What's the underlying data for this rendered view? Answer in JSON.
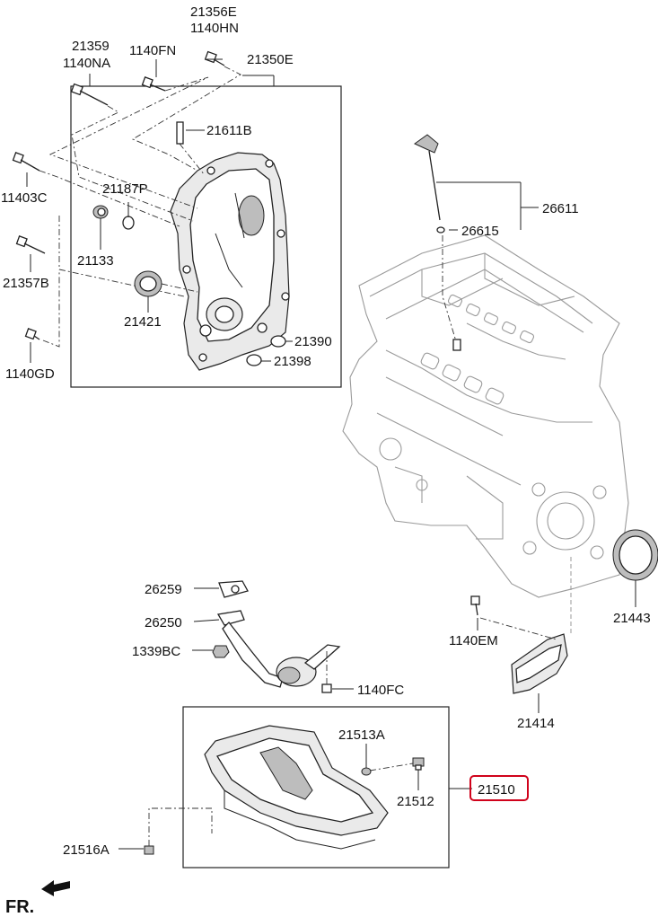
{
  "diagram": {
    "orientation_label": "FR.",
    "highlight_color": "#d0021b",
    "callouts": {
      "p21356e": "21356E",
      "p1140hn": "1140HN",
      "p21359": "21359",
      "p1140na": "1140NA",
      "p1140fn": "1140FN",
      "p21350e": "21350E",
      "p21611b": "21611B",
      "p11403c": "11403C",
      "p21187p": "21187P",
      "p21133": "21133",
      "p21357b": "21357B",
      "p21421": "21421",
      "p21390": "21390",
      "p1140gd": "1140GD",
      "p21398": "21398",
      "p26611": "26611",
      "p26615": "26615",
      "p26259": "26259",
      "p26250": "26250",
      "p1339bc": "1339BC",
      "p1140fc": "1140FC",
      "p1140em": "1140EM",
      "p21443": "21443",
      "p21414": "21414",
      "p21513a": "21513A",
      "p21512": "21512",
      "p21510": "21510",
      "p21516a": "21516A"
    }
  }
}
